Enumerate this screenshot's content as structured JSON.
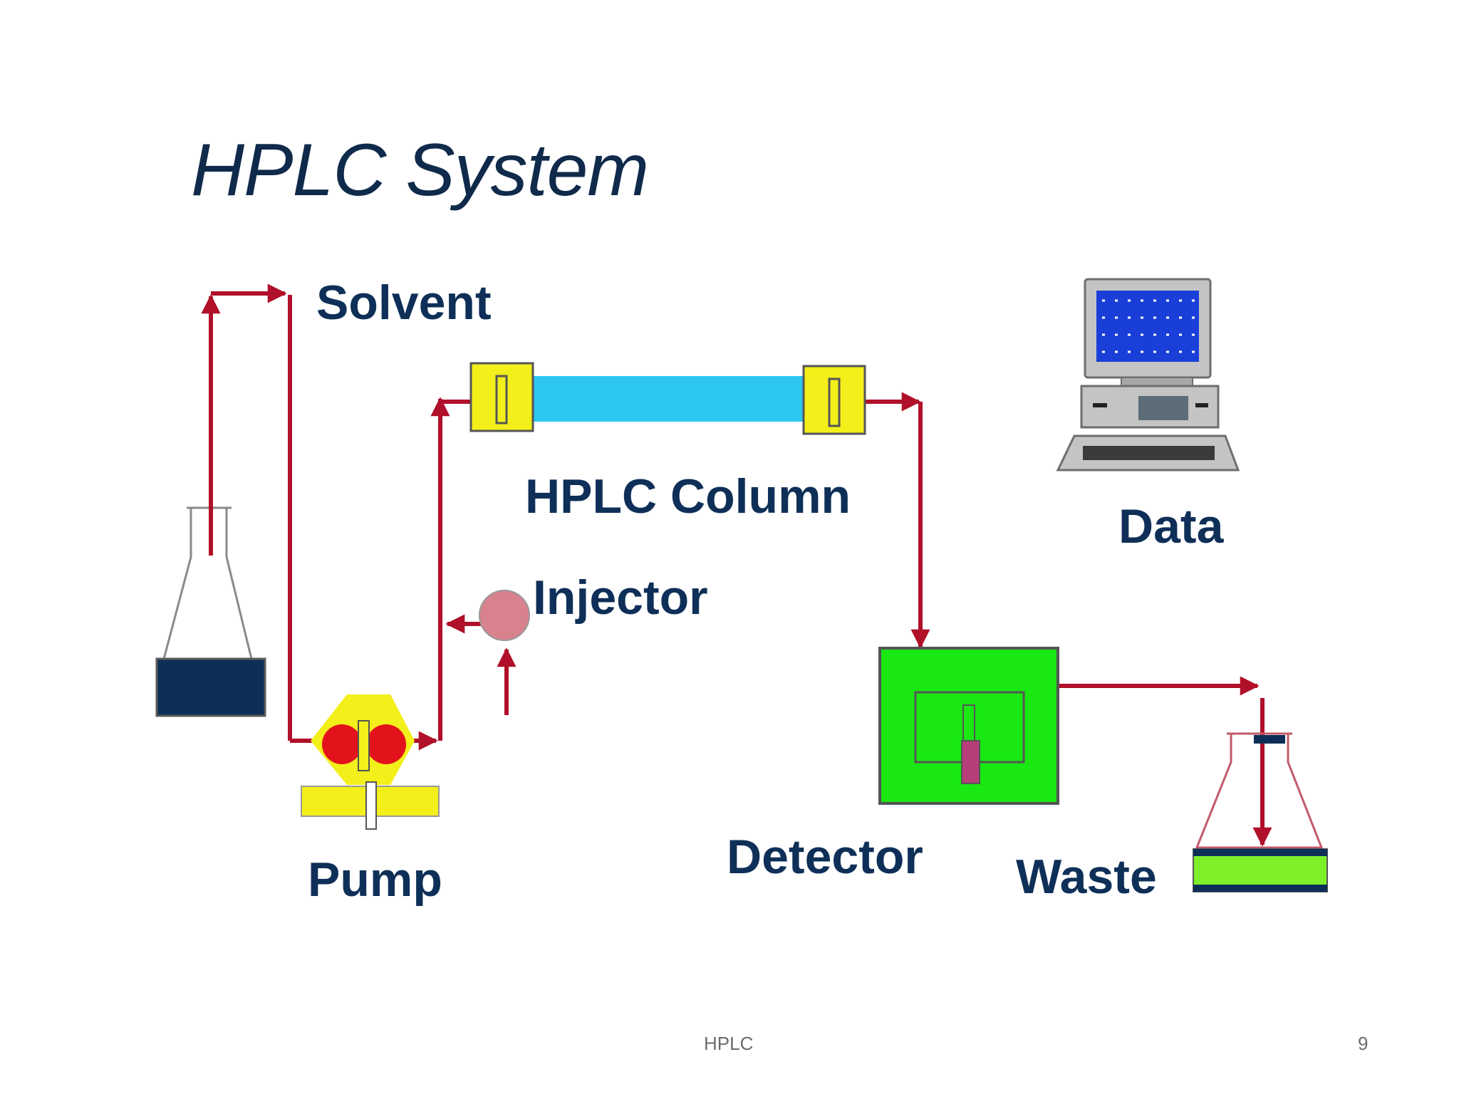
{
  "title": "HPLC System",
  "labels": {
    "solvent": "Solvent",
    "hplc_column": "HPLC Column",
    "data": "Data",
    "injector": "Injector",
    "pump": "Pump",
    "detector": "Detector",
    "waste": "Waste"
  },
  "footer": {
    "center": "HPLC",
    "page_number": "9"
  },
  "colors": {
    "flow_line": "#b0102a",
    "label_text": "#0e2f57",
    "column_tube": "#2cc6f0",
    "fitting": "#f3ef1b",
    "detector_body": "#19e812",
    "waste_liquid": "#7ef02a",
    "solvent_liquid": "#0d2f57",
    "pump_rotor": "#e3131b",
    "injector_body": "#d8828d",
    "sample_cell": "#b73f79"
  },
  "icons": [
    "solvent-flask-icon",
    "pump-icon",
    "injector-icon",
    "hplc-column-icon",
    "detector-icon",
    "waste-flask-icon",
    "computer-icon"
  ]
}
